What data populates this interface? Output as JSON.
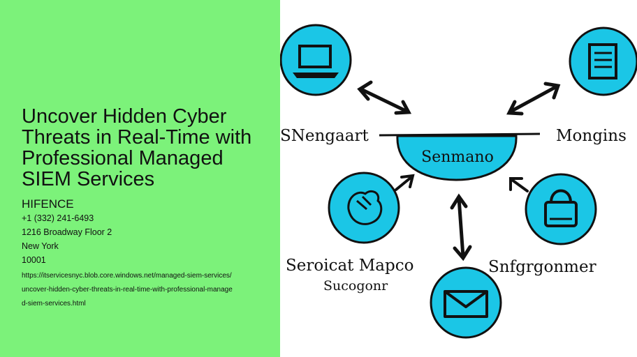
{
  "article": {
    "title": "Uncover Hidden Cyber Threats in Real-Time with Professional Managed SIEM Services",
    "company": "HIFENCE",
    "phone": "+1 (332) 241-6493",
    "address": "1216 Broadway Floor 2",
    "city": "New York",
    "zip": "10001",
    "url_line1": "https://itservicesnyc.blob.core.windows.net/managed-siem-services/",
    "url_line2": "uncover-hidden-cyber-threats-in-real-time-with-professional-manage",
    "url_line3": "d-siem-services.html"
  },
  "illustration": {
    "colors": {
      "circle": "#1bc6e6",
      "outline": "#111111",
      "background": "#7cf27a"
    },
    "labels": {
      "left": "SNengaart",
      "right": "Mongins",
      "center": "Senmano",
      "bottom_left_1": "Seroicat Mapco",
      "bottom_left_2": "Sucogonr",
      "bottom_right": "Snfgrgonmer"
    },
    "icons": [
      "laptop-icon",
      "server-icon",
      "hand-icon",
      "lock-icon",
      "envelope-icon"
    ]
  }
}
